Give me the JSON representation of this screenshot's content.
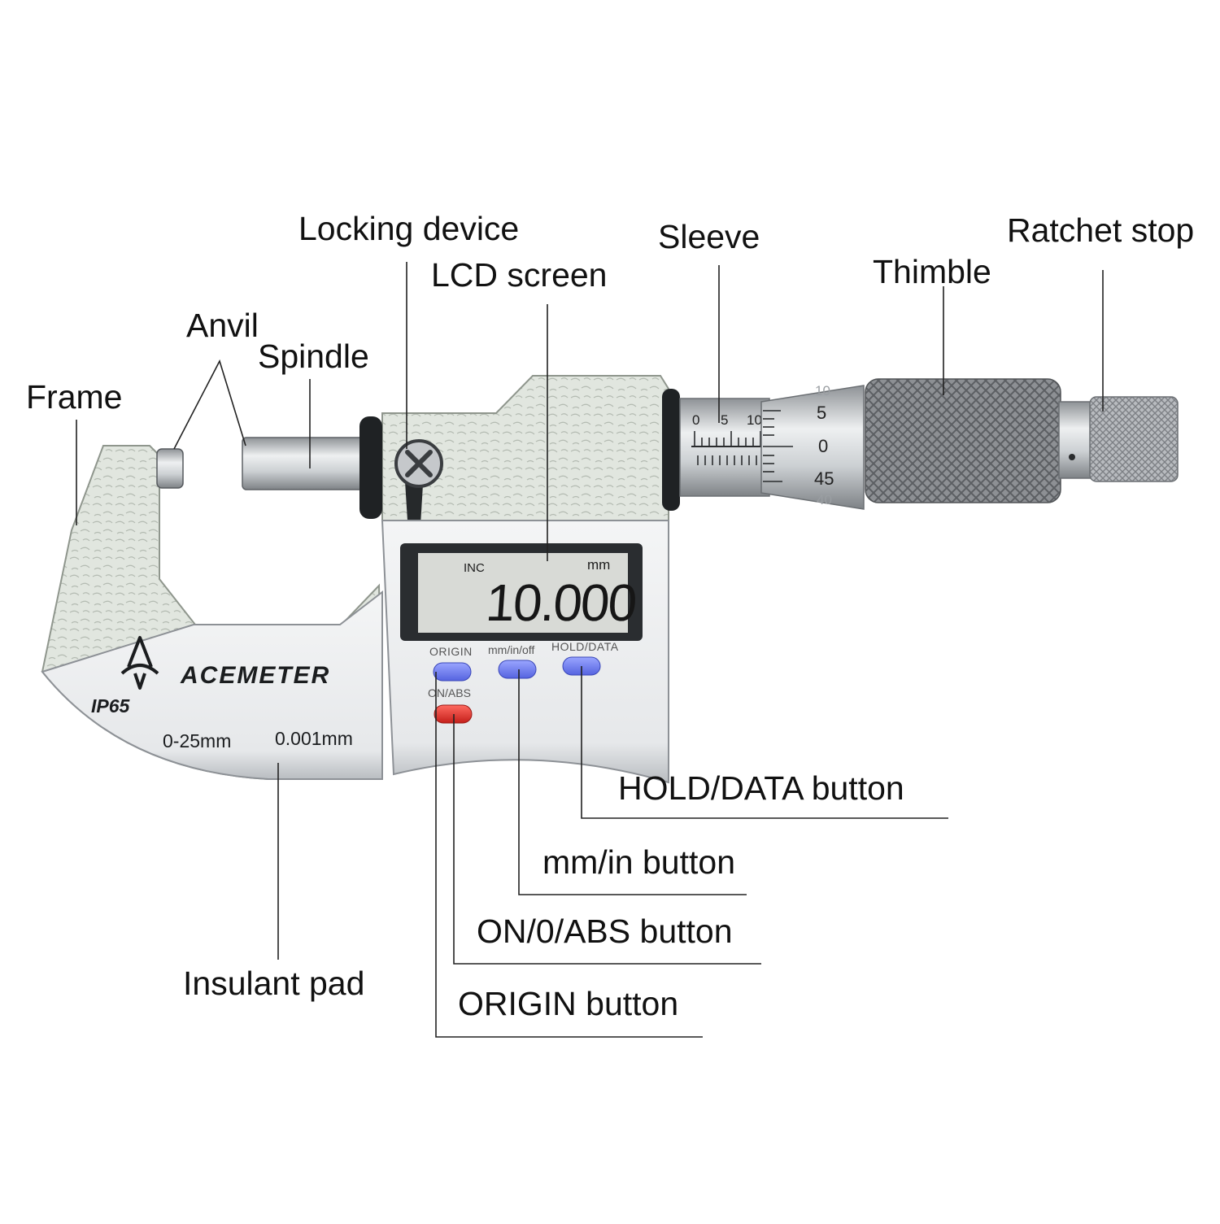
{
  "labels": {
    "frame": "Frame",
    "anvil": "Anvil",
    "spindle": "Spindle",
    "locking_device": "Locking device",
    "lcd_screen": "LCD screen",
    "sleeve": "Sleeve",
    "thimble": "Thimble",
    "ratchet_stop": "Ratchet stop",
    "insulant_pad": "Insulant pad",
    "hold_data_button": "HOLD/DATA button",
    "mm_in_button": "mm/in button",
    "on_abs_button": "ON/0/ABS button",
    "origin_button": "ORIGIN button"
  },
  "device": {
    "brand": "ACEMETER",
    "rating": "IP65",
    "range": "0-25mm",
    "resolution": "0.001mm",
    "lcd": {
      "mode": "INC",
      "unit": "mm",
      "reading": "10.000"
    },
    "buttons": {
      "origin": "ORIGIN",
      "mm_in_off": "mm/in/off",
      "hold_data": "HOLD/DATA",
      "on_abs": "ON/ABS"
    },
    "sleeve_scale": [
      "0",
      "5",
      "10"
    ],
    "thimble_scale": [
      "10",
      "5",
      "0",
      "45",
      "40"
    ]
  },
  "colors": {
    "frame_green": "#dfe5dc",
    "button_blue": "#6f7ff0",
    "button_red": "#e0302a",
    "lcd_bg": "#d8dad6"
  }
}
